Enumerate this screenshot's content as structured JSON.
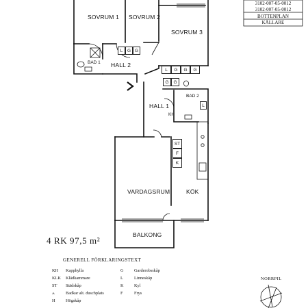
{
  "stamp": {
    "code_1": "3102-007-05-0012",
    "code_2": "3102-007-05-0012",
    "floor": "BOTTENPLAN",
    "level": "KÄLLARE"
  },
  "rooms": {
    "sovrum1": "SOVRUM 1",
    "sovrum2": "SOVRUM 2",
    "sovrum3": "SOVRUM 3",
    "hall2": "HALL 2",
    "bad1": "BAD 1",
    "hall1": "HALL 1",
    "bad2": "BAD 2",
    "vardagsrum": "VARDAGSRUM",
    "kok": "KÖK",
    "balkong": "BALKONG"
  },
  "cabinets": {
    "hall2_codes": [
      "L",
      "G",
      "G"
    ],
    "sovrum3_row1": [
      "L",
      "G",
      "G",
      "G"
    ],
    "sovrum3_row2": [
      "G",
      "G"
    ],
    "bad2_code": "L",
    "hall1_kh": "KH",
    "kok_codes": [
      "ST",
      "F",
      "K"
    ]
  },
  "area": "4 RK 97,5 m²",
  "legend": {
    "title": "GENERELL FÖRKLARINGSTEXT",
    "left": [
      {
        "code": "KH",
        "text": "Kapphylla"
      },
      {
        "code": "KLK",
        "text": "Klädkammare"
      },
      {
        "code": "ST",
        "text": "Städskåp"
      },
      {
        "code": "⟑",
        "text": "Badkar alt. duschplats"
      },
      {
        "code": "H",
        "text": "Högskåp"
      }
    ],
    "right": [
      {
        "code": "G",
        "text": "Garderobsskåp"
      },
      {
        "code": "L",
        "text": "Linneskåp"
      },
      {
        "code": "K",
        "text": "Kyl"
      },
      {
        "code": "F",
        "text": "Frys"
      }
    ]
  },
  "north": {
    "label": "NORRPIL"
  },
  "colors": {
    "line": "#111111",
    "background": "#ffffff"
  }
}
